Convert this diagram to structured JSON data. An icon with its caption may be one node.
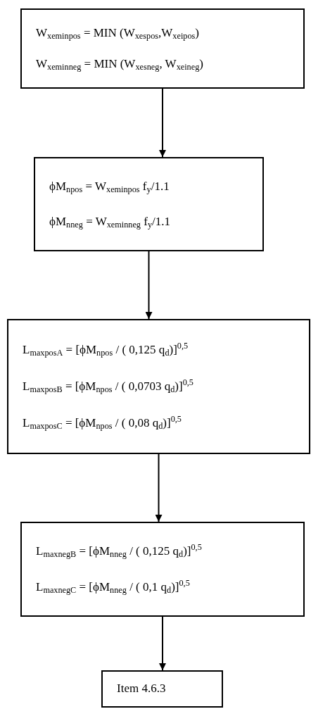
{
  "diagram": {
    "nodes": [
      {
        "text": [
          "W$_{xeminpos}$ = MIN (W$_{xespos}$,W$_{xeipos}$)",
          "W$_{xeminneg}$ = MIN (W$_{xesneg}$, W$_{xeineg}$)"
        ]
      },
      {
        "text": [
          "ϕM$_{npos}$ = W$_{xeminpos}$ f$_{y}$/1.1",
          "ϕM$_{nneg}$ = W$_{xeminneg}$ f$_{y}$/1.1"
        ]
      },
      {
        "text": [
          "L$_{maxposA}$ = [ϕM$_{npos}$ / ( 0,125 q$_{d}$)]$^{0,5}$",
          "L$_{maxposB}$ = [ϕM$_{npos}$ / ( 0,0703 q$_{d}$)]$^{0,5}$",
          "L$_{maxposC}$ = [ϕM$_{npos}$ / ( 0,08 q$_{d}$)]$^{0,5}$"
        ]
      },
      {
        "text": [
          "L$_{maxnegB}$ = [ϕM$_{nneg}$ / ( 0,125 q$_{d}$)]$^{0,5}$",
          "L$_{maxnegC}$ = [ϕM$_{nneg}$ / ( 0,1 q$_{d}$)]$^{0,5}$"
        ]
      },
      {
        "text": [
          "Item 4.6.3"
        ]
      }
    ],
    "edges": [
      {
        "from": 0,
        "to": 1,
        "arrow": "to"
      },
      {
        "from": 1,
        "to": 2,
        "arrow": "to"
      },
      {
        "from": 2,
        "to": 3,
        "arrow": "to"
      },
      {
        "from": 3,
        "to": 4,
        "arrow": "to"
      }
    ]
  }
}
